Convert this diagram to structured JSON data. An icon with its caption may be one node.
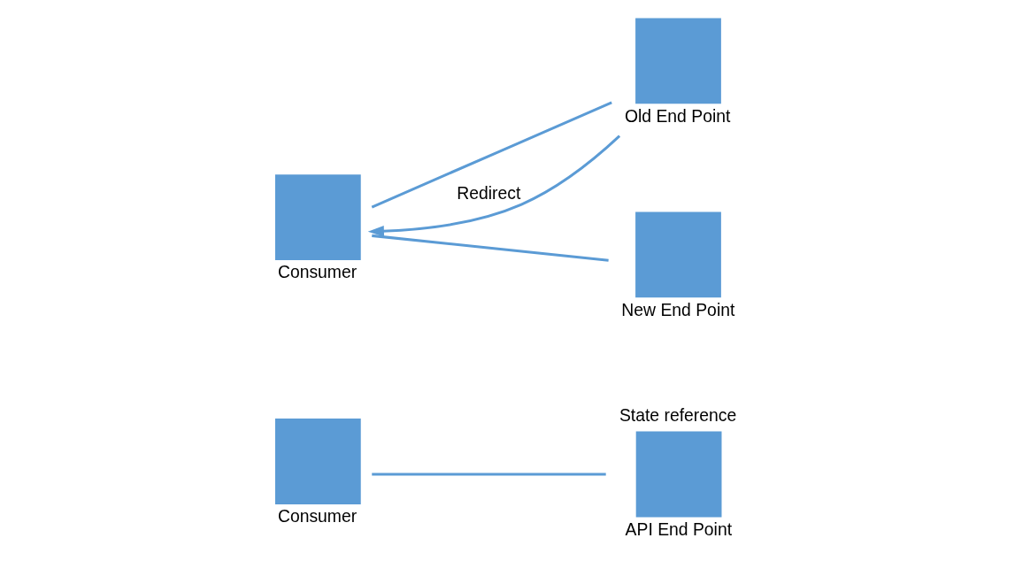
{
  "diagram": {
    "nodes": [
      {
        "text": [
          "Consumer"
        ]
      },
      {
        "text": [
          "API End Point"
        ],
        "beside": [
          "State reference"
        ]
      },
      {
        "text": [
          "Consumer"
        ]
      },
      {
        "text": [
          "Old End Point"
        ]
      },
      {
        "text": [
          "New End Point"
        ]
      }
    ],
    "edges": [
      {
        "from": 0,
        "to": 1,
        "arrow": "none"
      },
      {
        "from": 3,
        "to": 2,
        "arrow": "to",
        "label": "Redirect"
      },
      {
        "from": 2,
        "to": 3,
        "arrow": "none"
      },
      {
        "from": 2,
        "to": 4,
        "arrow": "none"
      }
    ]
  }
}
